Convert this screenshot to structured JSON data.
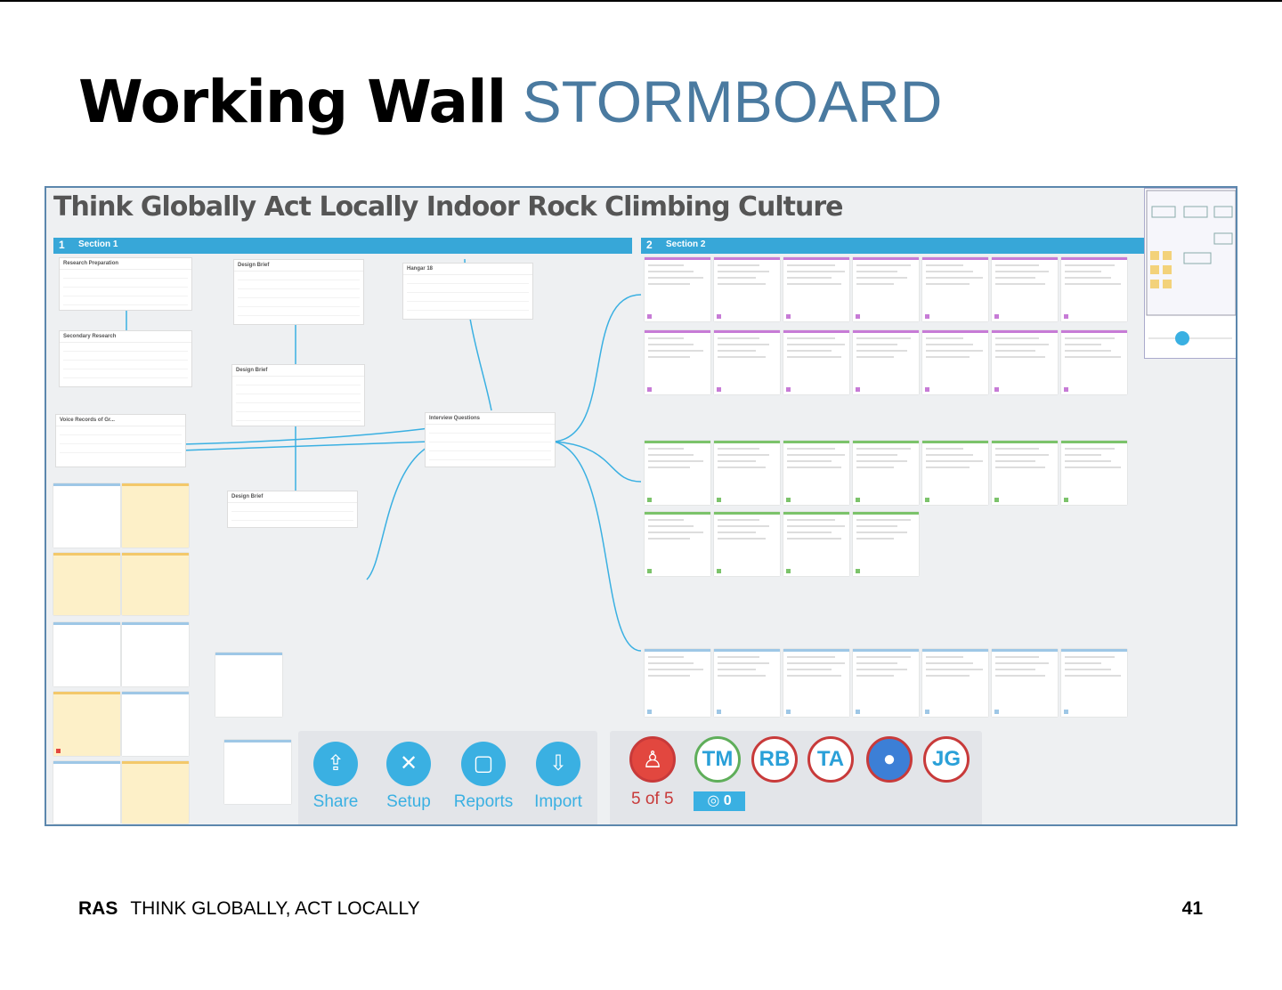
{
  "slide": {
    "title_bold": "Working Wall",
    "title_light": "STORMBOARD",
    "footer_org": "RAS",
    "footer_text": "THINK GLOBALLY, ACT LOCALLY",
    "page_number": "41"
  },
  "board": {
    "title": "Think Globally Act Locally Indoor Rock Climbing Culture",
    "sections": [
      {
        "num": "1",
        "label": "Section 1"
      },
      {
        "num": "2",
        "label": "Section 2"
      }
    ],
    "cards": [
      {
        "title": "Research Preparation"
      },
      {
        "title": "Secondary Research"
      },
      {
        "title": "Voice Records of Gr..."
      },
      {
        "title": "Design Brief"
      },
      {
        "title": "Design Brief"
      },
      {
        "title": "Design Brief"
      },
      {
        "title": "Hangar 18"
      },
      {
        "title": "Interview Questions"
      }
    ],
    "toolbar": [
      {
        "label": "Share",
        "icon": "share-icon"
      },
      {
        "label": "Setup",
        "icon": "tools-icon"
      },
      {
        "label": "Reports",
        "icon": "reports-icon"
      },
      {
        "label": "Import",
        "icon": "import-icon"
      }
    ],
    "participants": [
      "TM",
      "RB",
      "TA",
      "JG"
    ],
    "participant_count": "5 of 5",
    "toggle_value": "0",
    "colors": {
      "accent": "#37a7d8",
      "title_blue": "#4a7aa0",
      "alert_red": "#e2473f"
    }
  }
}
